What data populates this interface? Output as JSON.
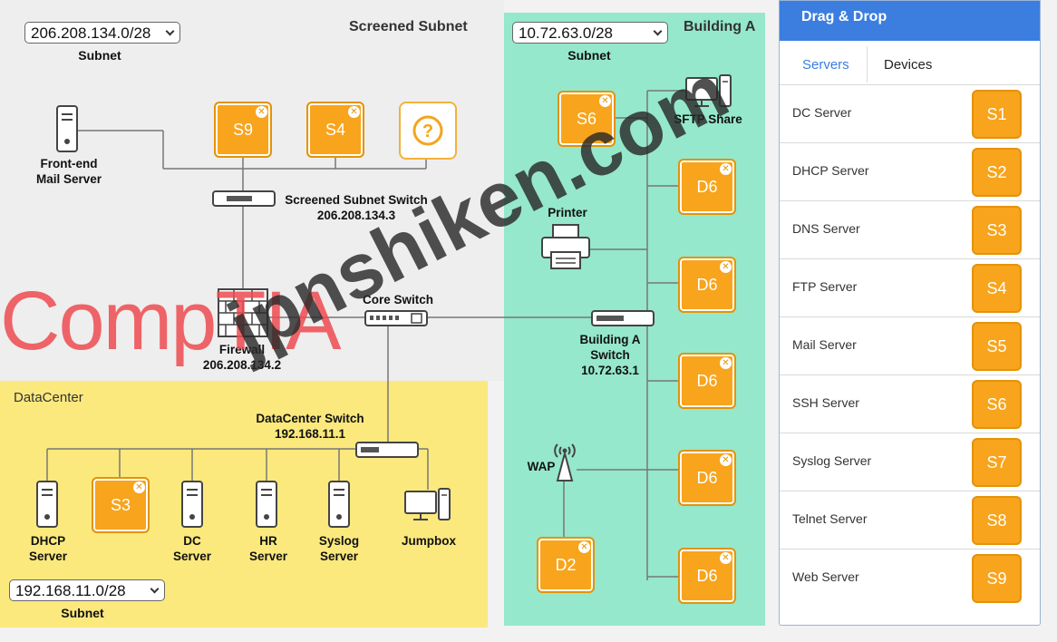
{
  "zones": {
    "screened": {
      "title": "Screened Subnet",
      "subnet_value": "206.208.134.0/28",
      "subnet_label": "Subnet"
    },
    "building": {
      "title": "Building A",
      "subnet_value": "10.72.63.0/28",
      "subnet_label": "Subnet"
    },
    "datacenter": {
      "title": "DataCenter",
      "subnet_value": "192.168.11.0/28",
      "subnet_label": "Subnet"
    }
  },
  "devices": {
    "mail_server": {
      "line1": "Front-end",
      "line2": "Mail Server"
    },
    "screened_switch": {
      "line1": "Screened Subnet Switch",
      "line2": "206.208.134.3"
    },
    "firewall": {
      "line1": "Firewall",
      "line2": "206.208.134.2"
    },
    "core_switch": {
      "line1": "Core Switch"
    },
    "dc_switch": {
      "line1": "DataCenter Switch",
      "line2": "192.168.11.1"
    },
    "dhcp_server": {
      "line1": "DHCP",
      "line2": "Server"
    },
    "dc_server": {
      "line1": "DC",
      "line2": "Server"
    },
    "hr_server": {
      "line1": "HR",
      "line2": "Server"
    },
    "syslog_server": {
      "line1": "Syslog",
      "line2": "Server"
    },
    "jumpbox": {
      "line1": "Jumpbox"
    },
    "sftp_share": {
      "line1": "SFTP Share"
    },
    "printer": {
      "line1": "Printer"
    },
    "building_switch": {
      "line1": "Building A",
      "line2": "Switch",
      "line3": "10.72.63.1"
    },
    "wap": {
      "line1": "WAP"
    }
  },
  "slots": {
    "s9": "S9",
    "s4": "S4",
    "s3": "S3",
    "s6": "S6",
    "d6a": "D6",
    "d6b": "D6",
    "d6c": "D6",
    "d6d": "D6",
    "d6e": "D6",
    "d2": "D2",
    "unknown_icon": "question-icon"
  },
  "panel": {
    "title": "Drag & Drop",
    "tab_servers": "Servers",
    "tab_devices": "Devices",
    "items": [
      {
        "label": "DC Server",
        "tile": "S1"
      },
      {
        "label": "DHCP Server",
        "tile": "S2"
      },
      {
        "label": "DNS Server",
        "tile": "S3"
      },
      {
        "label": "FTP Server",
        "tile": "S4"
      },
      {
        "label": "Mail Server",
        "tile": "S5"
      },
      {
        "label": "SSH Server",
        "tile": "S6"
      },
      {
        "label": "Syslog Server",
        "tile": "S7"
      },
      {
        "label": "Telnet Server",
        "tile": "S8"
      },
      {
        "label": "Web Server",
        "tile": "S9"
      }
    ]
  },
  "watermarks": {
    "brand": "CompTIA",
    "site": "jpnshiken.com"
  },
  "colors": {
    "tile_orange": "#f8a41c",
    "panel_blue": "#3b7ee0",
    "building_green": "#95e8cb",
    "datacenter_yellow": "#fbe97e"
  }
}
